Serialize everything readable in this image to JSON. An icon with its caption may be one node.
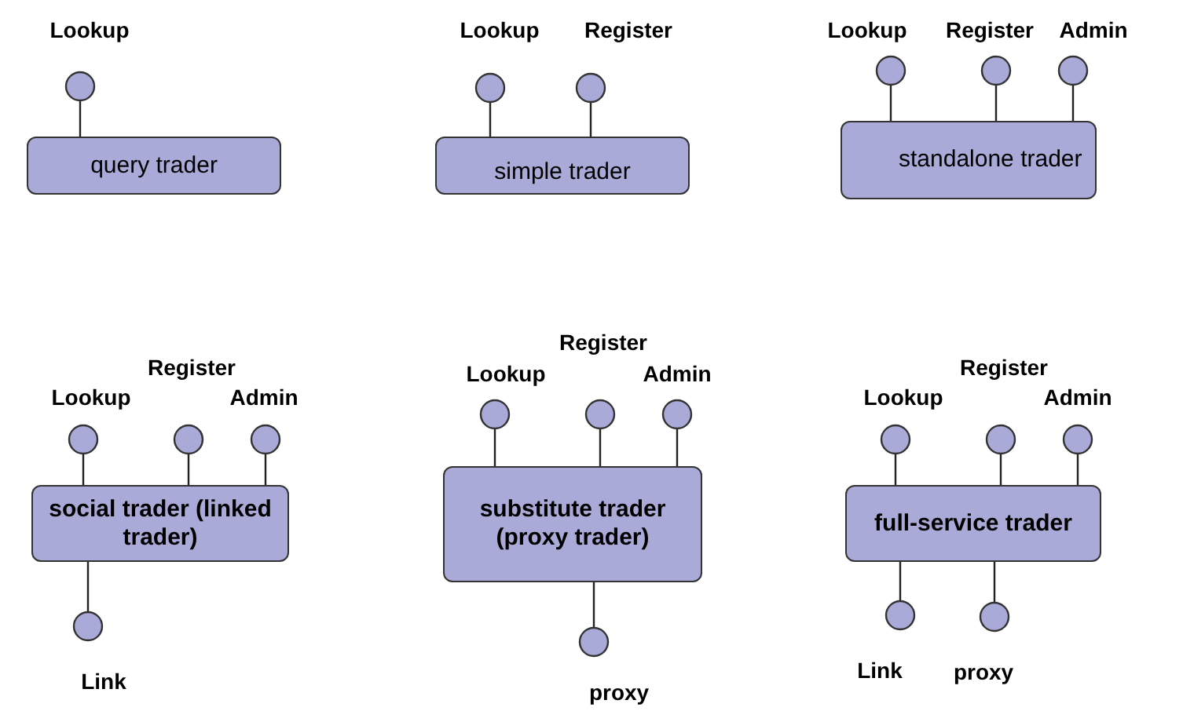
{
  "diagram": {
    "nodes": [
      {
        "text": [
          "query trader"
        ]
      },
      {
        "text": [
          "Lookup"
        ]
      },
      {
        "text": [
          "simple trader"
        ]
      },
      {
        "text": [
          "Lookup"
        ]
      },
      {
        "text": [
          "Register"
        ]
      },
      {
        "text": [
          "standalone trader"
        ]
      },
      {
        "text": [
          "Lookup"
        ]
      },
      {
        "text": [
          "Register"
        ]
      },
      {
        "text": [
          "Admin"
        ]
      },
      {
        "text": [
          "social trader (linked trader)"
        ]
      },
      {
        "text": [
          "Lookup"
        ]
      },
      {
        "text": [
          "Register"
        ]
      },
      {
        "text": [
          "Admin"
        ]
      },
      {
        "text": [
          "Link"
        ]
      },
      {
        "text": [
          "substitute trader (proxy trader)"
        ]
      },
      {
        "text": [
          "Lookup"
        ]
      },
      {
        "text": [
          "Register"
        ]
      },
      {
        "text": [
          "Admin"
        ]
      },
      {
        "text": [
          "proxy"
        ]
      },
      {
        "text": [
          "full-service trader"
        ]
      },
      {
        "text": [
          "Lookup"
        ]
      },
      {
        "text": [
          "Register"
        ]
      },
      {
        "text": [
          "Admin"
        ]
      },
      {
        "text": [
          "Link"
        ]
      },
      {
        "text": [
          "proxy"
        ]
      }
    ],
    "edges": [
      {
        "from": 0,
        "to": 1,
        "arrow": "none"
      },
      {
        "from": 2,
        "to": 3,
        "arrow": "none"
      },
      {
        "from": 2,
        "to": 4,
        "arrow": "none"
      },
      {
        "from": 5,
        "to": 6,
        "arrow": "none"
      },
      {
        "from": 5,
        "to": 7,
        "arrow": "none"
      },
      {
        "from": 5,
        "to": 8,
        "arrow": "none"
      },
      {
        "from": 9,
        "to": 10,
        "arrow": "none"
      },
      {
        "from": 9,
        "to": 11,
        "arrow": "none"
      },
      {
        "from": 9,
        "to": 12,
        "arrow": "none"
      },
      {
        "from": 9,
        "to": 13,
        "arrow": "none"
      },
      {
        "from": 14,
        "to": 15,
        "arrow": "none"
      },
      {
        "from": 14,
        "to": 16,
        "arrow": "none"
      },
      {
        "from": 14,
        "to": 17,
        "arrow": "none"
      },
      {
        "from": 14,
        "to": 18,
        "arrow": "none"
      },
      {
        "from": 19,
        "to": 20,
        "arrow": "none"
      },
      {
        "from": 19,
        "to": 21,
        "arrow": "none"
      },
      {
        "from": 19,
        "to": 22,
        "arrow": "none"
      },
      {
        "from": 19,
        "to": 23,
        "arrow": "none"
      },
      {
        "from": 19,
        "to": 24,
        "arrow": "none"
      }
    ]
  }
}
